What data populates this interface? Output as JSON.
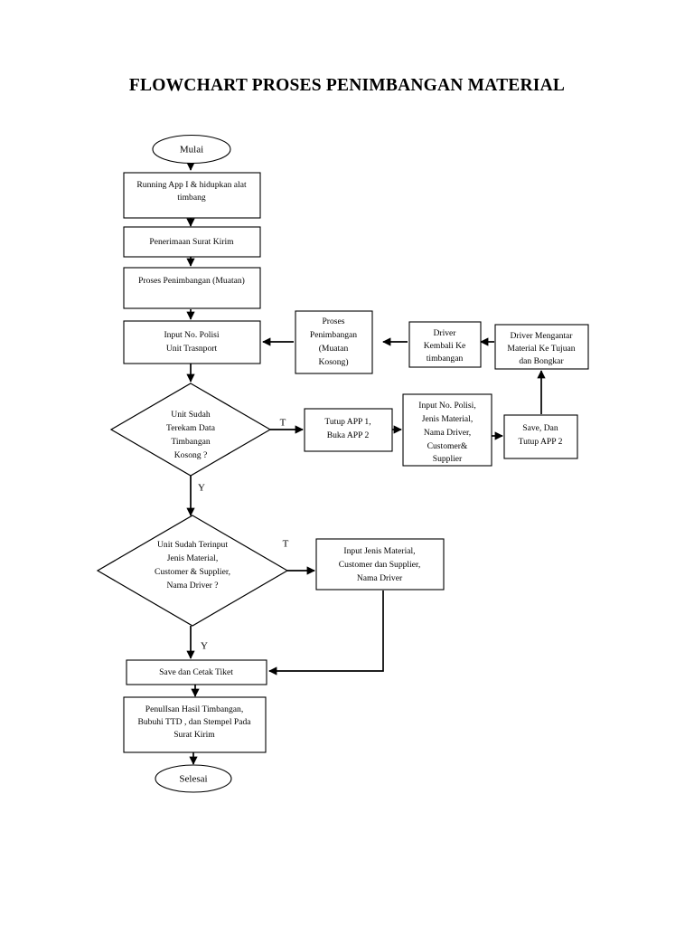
{
  "document": {
    "title": "FLOWCHART PROSES PENIMBANGAN MATERIAL"
  },
  "chart_data": {
    "type": "diagram",
    "diagram_type": "flowchart",
    "title": "FLOWCHART PROSES PENIMBANGAN MATERIAL",
    "orientation": "top-to-bottom",
    "nodes": [
      {
        "id": "start",
        "shape": "ellipse",
        "text": "Mulai"
      },
      {
        "id": "running",
        "shape": "rect",
        "text": "Running App I & hidupkan alat timbang",
        "lines": [
          "Running App I & hidupkan alat",
          "timbang"
        ]
      },
      {
        "id": "penerimaan",
        "shape": "rect",
        "text": "Penerimaan Surat Kirim",
        "lines": [
          "Penerimaan Surat Kirim"
        ]
      },
      {
        "id": "proses_muatan",
        "shape": "rect",
        "text": "Proses Penimbangan (Muatan)",
        "lines": [
          "Proses Penimbangan (Muatan)"
        ]
      },
      {
        "id": "input_polisi",
        "shape": "rect",
        "text": "Input No. Polisi Unit Trasnport",
        "lines": [
          "Input No. Polisi",
          "Unit Trasnport"
        ]
      },
      {
        "id": "dec_terekam",
        "shape": "diamond",
        "text": "Unit Sudah Terekam Data Timbangan Kosong ?",
        "lines": [
          "Unit Sudah",
          "Terekam Data",
          "Timbangan",
          "Kosong ?"
        ]
      },
      {
        "id": "tutup_app1",
        "shape": "rect",
        "text": "Tutup APP 1, Buka APP 2",
        "lines": [
          "Tutup APP 1,",
          "Buka APP 2"
        ]
      },
      {
        "id": "input_detail",
        "shape": "rect",
        "text": "Input No. Polisi, Jenis Material, Nama Driver, Customer& Supplier",
        "lines": [
          "Input No. Polisi,",
          "Jenis Material,",
          "Nama Driver,",
          "Customer&",
          "Supplier"
        ]
      },
      {
        "id": "save_tutup",
        "shape": "rect",
        "text": "Save, Dan Tutup APP 2",
        "lines": [
          "Save, Dan",
          "Tutup APP 2"
        ]
      },
      {
        "id": "driver_antar",
        "shape": "rect",
        "text": "Driver Mengantar Material Ke Tujuan dan Bongkar",
        "lines": [
          "Driver Mengantar",
          "Material Ke Tujuan",
          "dan Bongkar"
        ]
      },
      {
        "id": "driver_kembali",
        "shape": "rect",
        "text": "Driver Kembali Ke timbangan",
        "lines": [
          "Driver",
          "Kembali Ke",
          "timbangan"
        ]
      },
      {
        "id": "proses_kosong",
        "shape": "rect",
        "text": "Proses Penimbangan (Muatan Kosong)",
        "lines": [
          "Proses",
          "Penimbangan",
          "(Muatan",
          "Kosong)"
        ]
      },
      {
        "id": "dec_terinput",
        "shape": "diamond",
        "text": "Unit Sudah Terinput Jenis Material, Customer & Supplier, Nama Driver ?",
        "lines": [
          "Unit Sudah Terinput",
          "Jenis Material,",
          "Customer & Supplier,",
          "Nama Driver ?"
        ]
      },
      {
        "id": "input_jenis",
        "shape": "rect",
        "text": "Input Jenis Material, Customer dan Supplier, Nama Driver",
        "lines": [
          "Input Jenis Material,",
          "Customer dan Supplier,",
          "Nama Driver"
        ]
      },
      {
        "id": "save_cetak",
        "shape": "rect",
        "text": "Save dan Cetak Tiket",
        "lines": [
          "Save dan Cetak Tiket"
        ]
      },
      {
        "id": "penulisan",
        "shape": "rect",
        "text": "PenulIsan Hasil Timbangan, Bubuhi TTD , dan Stempel Pada Surat Kirim",
        "lines": [
          "PenulIsan Hasil Timbangan,",
          "Bubuhi TTD , dan Stempel Pada",
          "Surat Kirim"
        ]
      },
      {
        "id": "end",
        "shape": "ellipse",
        "text": "Selesai"
      }
    ],
    "edges": [
      {
        "from": "start",
        "to": "running",
        "label": ""
      },
      {
        "from": "running",
        "to": "penerimaan",
        "label": ""
      },
      {
        "from": "penerimaan",
        "to": "proses_muatan",
        "label": ""
      },
      {
        "from": "proses_muatan",
        "to": "input_polisi",
        "label": ""
      },
      {
        "from": "input_polisi",
        "to": "dec_terekam",
        "label": ""
      },
      {
        "from": "dec_terekam",
        "to": "tutup_app1",
        "label": "T"
      },
      {
        "from": "dec_terekam",
        "to": "dec_terinput",
        "label": "Y"
      },
      {
        "from": "tutup_app1",
        "to": "input_detail",
        "label": ""
      },
      {
        "from": "input_detail",
        "to": "save_tutup",
        "label": ""
      },
      {
        "from": "save_tutup",
        "to": "driver_antar",
        "label": ""
      },
      {
        "from": "driver_antar",
        "to": "driver_kembali",
        "label": ""
      },
      {
        "from": "driver_kembali",
        "to": "proses_kosong",
        "label": ""
      },
      {
        "from": "proses_kosong",
        "to": "input_polisi",
        "label": ""
      },
      {
        "from": "dec_terinput",
        "to": "input_jenis",
        "label": "T"
      },
      {
        "from": "dec_terinput",
        "to": "save_cetak",
        "label": "Y"
      },
      {
        "from": "input_jenis",
        "to": "save_cetak",
        "label": ""
      },
      {
        "from": "save_cetak",
        "to": "penulisan",
        "label": ""
      },
      {
        "from": "penulisan",
        "to": "end",
        "label": ""
      }
    ],
    "edge_labels": [
      {
        "id": "t1",
        "text": "T"
      },
      {
        "id": "y1",
        "text": "Y"
      },
      {
        "id": "t2",
        "text": "T"
      },
      {
        "id": "y2",
        "text": "Y"
      }
    ]
  }
}
